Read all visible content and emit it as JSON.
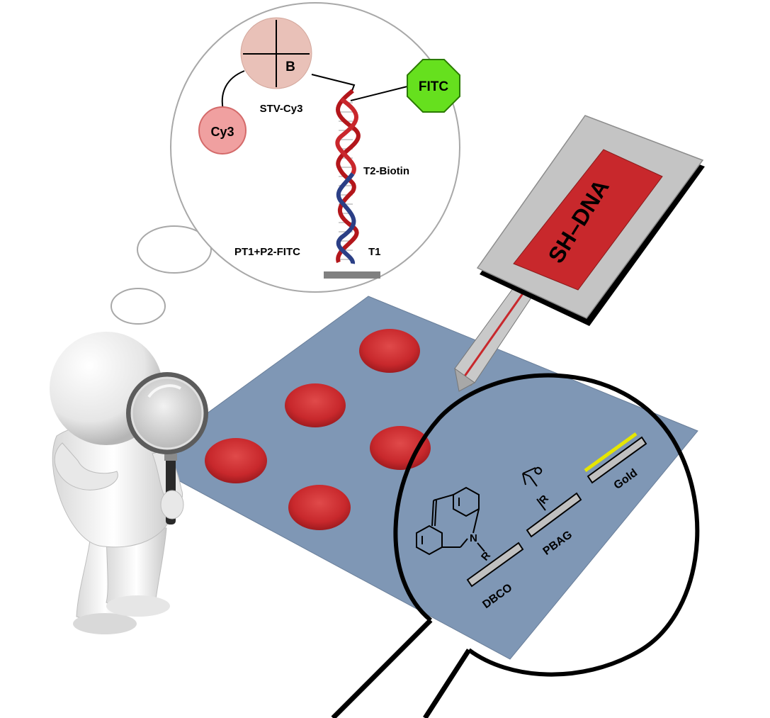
{
  "bubble": {
    "streptavidin_label": "STV-Cy3",
    "biotin_label": "B",
    "cy3_label": "Cy3",
    "fitc_label": "FITC",
    "t2_label": "T2-Biotin",
    "probe_label": "PT1+P2-FITC",
    "t1_label": "T1"
  },
  "stamp": {
    "label": "SH–DNA"
  },
  "magnifier": {
    "dbco_label": "DBCO",
    "pbag_label": "PBAG",
    "gold_label": "Gold",
    "n_atom": "N",
    "r_group": "R",
    "r_group2": "R",
    "o_atom": "O"
  },
  "colors": {
    "slide": "#7f97b5",
    "spot": "#c8282c",
    "cy3": "#f0a0a0",
    "stv": "#e9c1b8",
    "fitc": "#66e01e",
    "stamp_pad": "#c8282c",
    "gold": "#e6e600",
    "strand_red": "#b3161b",
    "strand_blue": "#2b3f86"
  },
  "icons": {
    "person": "3d-person-figure-icon",
    "magnifying_glass": "magnifying-glass-icon"
  }
}
